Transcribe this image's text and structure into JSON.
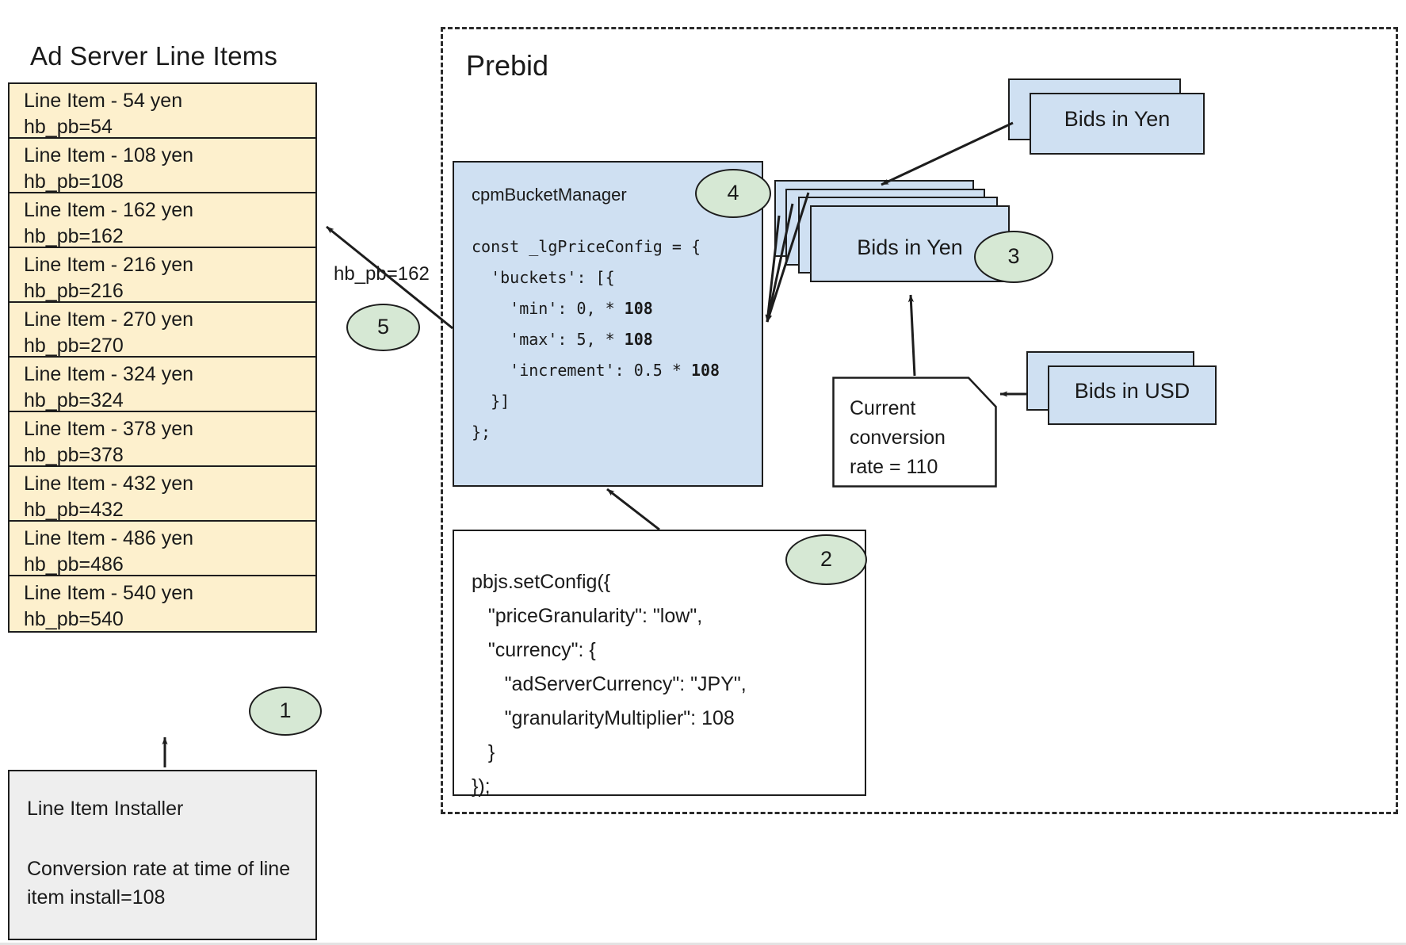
{
  "left_panel": {
    "title": "Ad Server Line Items",
    "line_items": [
      {
        "name": "Line Item - 54 yen",
        "targeting": "hb_pb=54"
      },
      {
        "name": "Line Item - 108 yen",
        "targeting": "hb_pb=108"
      },
      {
        "name": "Line Item - 162 yen",
        "targeting": "hb_pb=162"
      },
      {
        "name": "Line Item - 216 yen",
        "targeting": "hb_pb=216"
      },
      {
        "name": "Line Item - 270 yen",
        "targeting": "hb_pb=270"
      },
      {
        "name": "Line Item - 324 yen",
        "targeting": "hb_pb=324"
      },
      {
        "name": "Line Item - 378 yen",
        "targeting": "hb_pb=378"
      },
      {
        "name": "Line Item - 432 yen",
        "targeting": "hb_pb=432"
      },
      {
        "name": "Line Item - 486 yen",
        "targeting": "hb_pb=486"
      },
      {
        "name": "Line Item - 540 yen",
        "targeting": "hb_pb=540"
      }
    ],
    "installer": {
      "title": "Line Item Installer",
      "note": "Conversion rate at time of line item install=108"
    }
  },
  "prebid": {
    "title": "Prebid",
    "cpm_card": {
      "label": "cpmBucketManager",
      "code_line_1": "const _lgPriceConfig = {",
      "code_line_2": "  'buckets': [{",
      "code_line_3": "    'min': 0, * ",
      "code_line_3_bold": "108",
      "code_line_4": "    'max': 5, * ",
      "code_line_4_bold": "108",
      "code_line_5": "    'increment': 0.5 * ",
      "code_line_5_bold": "108",
      "code_line_6": "  }]",
      "code_line_7": "};"
    },
    "setconfig_card": {
      "code": "pbjs.setConfig({\n   \"priceGranularity\": \"low\",\n   \"currency\": {\n      \"adServerCurrency\": \"JPY\",\n      \"granularityMultiplier\": 108\n   }\n});"
    },
    "bids_yen_top": {
      "label": "Bids in Yen",
      "sheet_count": 2
    },
    "bids_yen_mid": {
      "label": "Bids in Yen",
      "sheet_count": 4
    },
    "bids_usd": {
      "label": "Bids in USD",
      "sheet_count": 2
    },
    "note": {
      "text": "Current conversion rate = 110"
    }
  },
  "badges": {
    "step1": "1",
    "step2": "2",
    "step3": "3",
    "step4": "4",
    "step5": "5"
  },
  "edges": {
    "hb_pb_label": "hb_pb=162"
  },
  "colors": {
    "line_item_fill": "#fdf0cd",
    "bids_fill": "#cfe0f2",
    "badge_fill": "#d6e8d4",
    "installer_fill": "#eeeeee",
    "stroke": "#1d1d1d",
    "background": "#ffffff"
  }
}
